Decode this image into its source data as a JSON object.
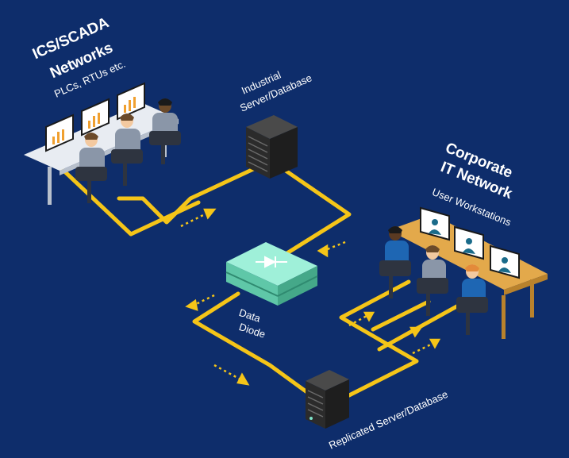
{
  "ics": {
    "title_line1": "ICS/SCADA",
    "title_line2": "Networks",
    "subtitle": "PLCs, RTUs etc."
  },
  "industrial_server": {
    "line1": "Industrial",
    "line2": "Server/Database"
  },
  "data_diode": {
    "line1": "Data",
    "line2": "Diode"
  },
  "corporate": {
    "title_line1": "Corporate",
    "title_line2": "IT Network",
    "subtitle": "User Workstations"
  },
  "replicated_server": {
    "label": "Replicated Server/Database"
  },
  "colors": {
    "background": "#0e2d6b",
    "connection_line": "#f5c518",
    "diode_box": "#7ee3c8",
    "server": "#2b2b2b",
    "desk_right": "#e3a94b"
  }
}
